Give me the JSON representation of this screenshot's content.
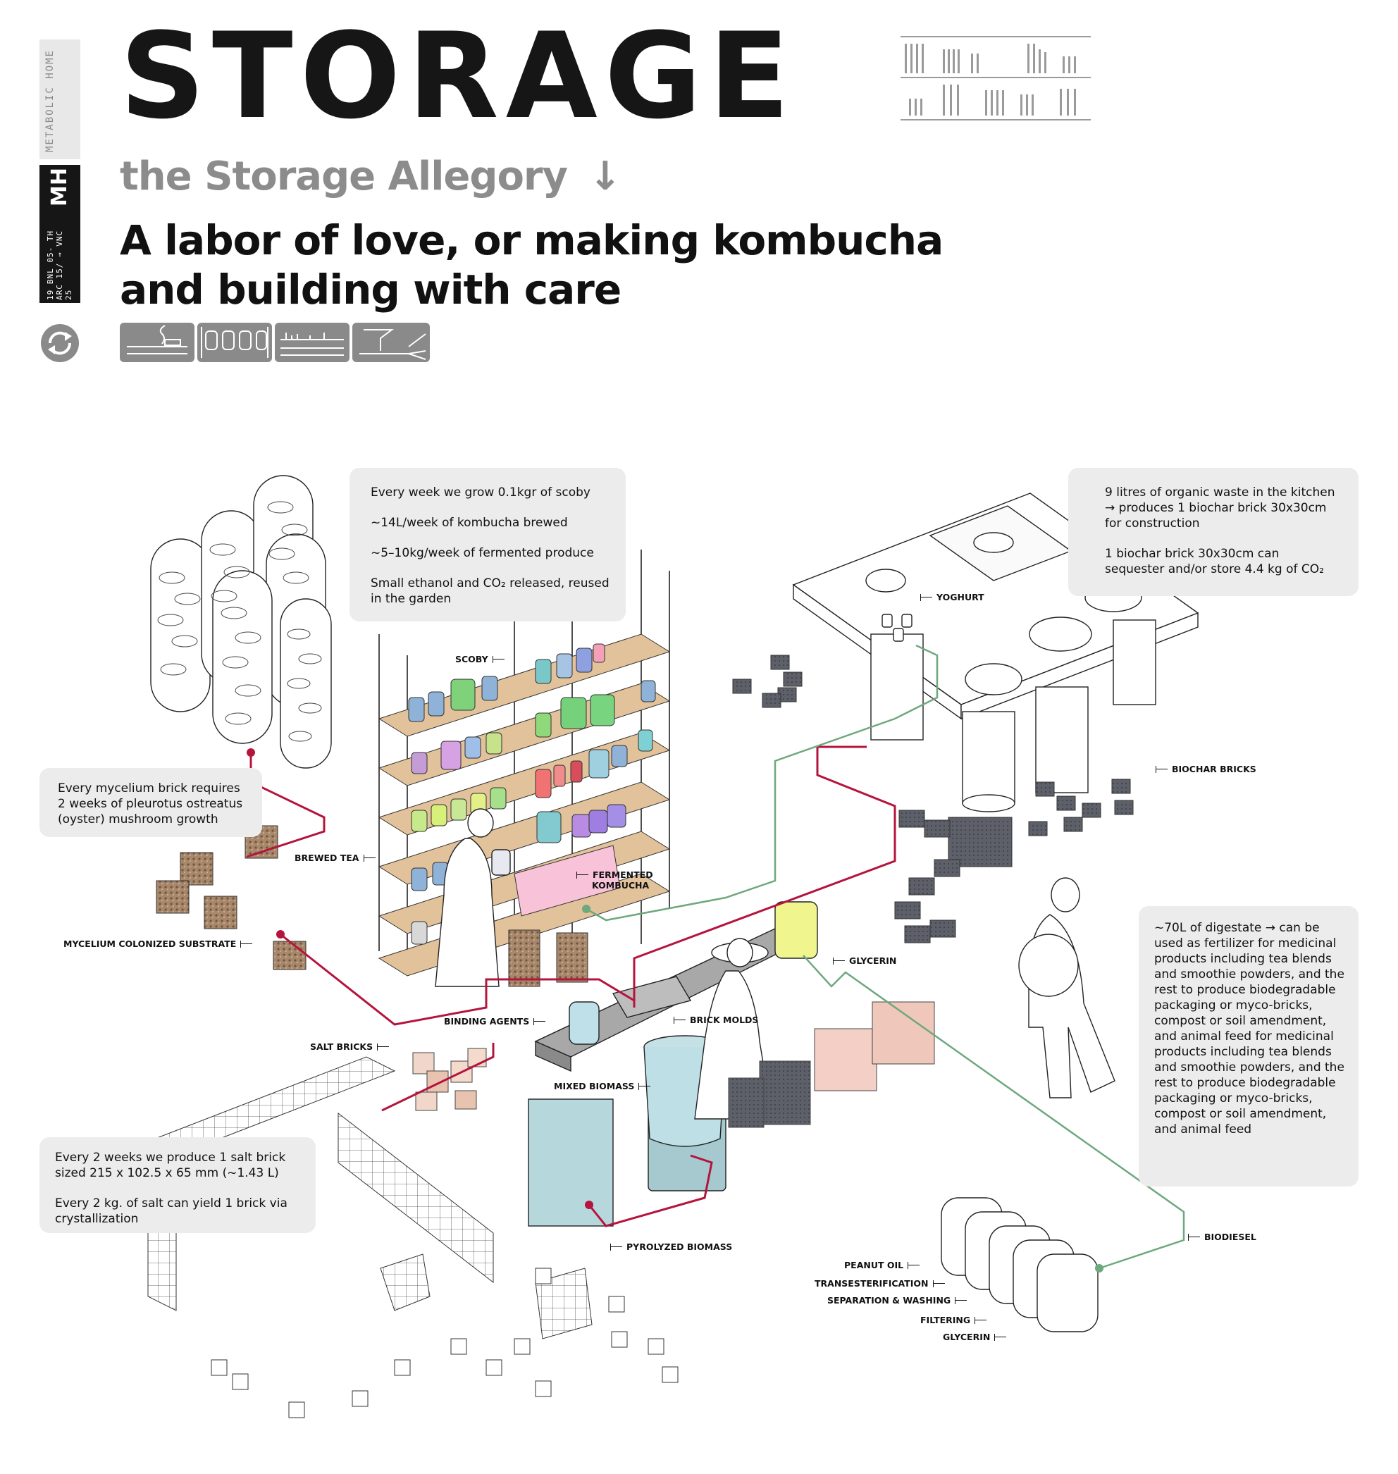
{
  "header": {
    "title": "STORAGE",
    "subtitle": "the Storage Allegory",
    "subtitle_arrow": "↓",
    "headline_line1": "A labor of love, or making kombucha",
    "headline_line2": "and building with care"
  },
  "sidebar": {
    "meta_label": "METABOLIC HOME",
    "tag_code": "19 BNL 05- TH ARC 15/ → VNC 25",
    "logo": "MH",
    "cycle_icon": "recycle-icon"
  },
  "callouts": {
    "scoby": [
      "Every week we grow 0.1kgr  of scoby",
      "~14L/week of kombucha brewed",
      "~5–10kg/week of fermented produce",
      "Small ethanol and CO₂ released, reused in the garden"
    ],
    "biochar": [
      "9 litres of organic waste in the kitchen → produces 1 biochar brick 30x30cm for construction",
      "1 biochar brick 30x30cm can sequester and/or store 4.4 kg of CO₂"
    ],
    "mycelium": [
      "Every mycelium brick requires 2 weeks of pleurotus ostreatus (oyster) mushroom growth"
    ],
    "salt": [
      "Every 2 weeks we produce 1 salt brick sized 215 x 102.5 x 65 mm (~1.43 L)",
      "Every 2 kg. of salt can yield 1 brick via crystallization"
    ],
    "digestate": [
      "~70L of digestate → can be used as fertilizer for medicinal products including tea blends and smoothie powders, and  the rest to produce biodegradable packaging or myco-bricks, compost or soil amendment, and animal feed for medicinal products including tea blends and smoothie powders, and  the rest to produce biodegradable packaging or myco-bricks, compost or soil amendment, and animal feed"
    ]
  },
  "labels": {
    "scoby": "SCOBY",
    "yoghurt": "YOGHURT",
    "biochar_bricks": "BIOCHAR BRICKS",
    "brewed_tea": "BREWED TEA",
    "fermented_kombucha_1": "FERMENTED",
    "fermented_kombucha_2": "KOMBUCHA",
    "glycerin": "GLYCERIN",
    "mycelium_substrate": "MYCELIUM COLONIZED SUBSTRATE",
    "binding_agents": "BINDING AGENTS",
    "brick_molds": "BRICK MOLDS",
    "salt_bricks": "SALT BRICKS",
    "mixed_biomass": "MIXED BIOMASS",
    "pyrolyzed_biomass": "PYROLYZED BIOMASS",
    "biodiesel": "BIODIESEL",
    "peanut_oil": "PEANUT OIL",
    "transesterification": "TRANSESTERIFICATION",
    "separation_washing": "SEPARATION & WASHING",
    "filtering": "FILTERING",
    "glycerin_2": "GLYCERIN"
  },
  "colors": {
    "flow_red": "#b5143c",
    "flow_green": "#6ea87e",
    "callout_bg": "#ececec",
    "shelf_wood": "#e2c29a",
    "title_dark": "#161616",
    "subtitle_grey": "#8c8c8c"
  }
}
